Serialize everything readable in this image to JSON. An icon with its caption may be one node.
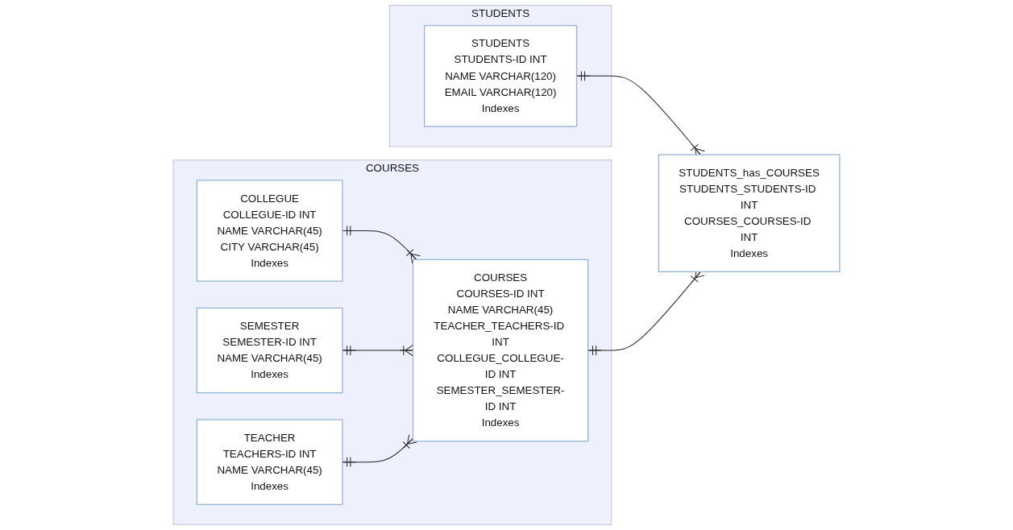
{
  "diagram": {
    "nodes": [
      {
        "text": [
          "STUDENTS"
        ]
      },
      {
        "text": [
          "STUDENTS",
          "STUDENTS-ID INT",
          "NAME VARCHAR(120)",
          "EMAIL VARCHAR(120)",
          "Indexes"
        ],
        "in": 0
      },
      {
        "text": [
          "STUDENTS_has_COURSES",
          "STUDENTS_STUDENTS-ID INT",
          "COURSES_COURSES-ID INT",
          "Indexes"
        ]
      },
      {
        "text": [
          "COURSES"
        ]
      },
      {
        "text": [
          "COLLEGUE",
          "COLLEGUE-ID INT",
          "NAME VARCHAR(45)",
          "CITY VARCHAR(45)",
          "Indexes"
        ],
        "in": 3
      },
      {
        "text": [
          "COURSES",
          "COURSES-ID INT",
          "NAME VARCHAR(45)",
          "TEACHER_TEACHERS-ID INT",
          "COLLEGUE_COLLEGUE-ID INT",
          "SEMESTER_SEMESTER-ID INT",
          "Indexes"
        ],
        "in": 3
      },
      {
        "text": [
          "SEMESTER",
          "SEMESTER-ID INT",
          "NAME VARCHAR(45)",
          "Indexes"
        ],
        "in": 3
      },
      {
        "text": [
          "TEACHER",
          "TEACHERS-ID INT",
          "NAME VARCHAR(45)",
          "Indexes"
        ],
        "in": 3
      }
    ],
    "edges": [
      {
        "from": 1,
        "to": 2,
        "arrow": "other"
      },
      {
        "from": 5,
        "to": 2,
        "arrow": "other"
      },
      {
        "from": 4,
        "to": 5,
        "arrow": "other"
      },
      {
        "from": 6,
        "to": 5,
        "arrow": "other"
      },
      {
        "from": 7,
        "to": 5,
        "arrow": "other"
      }
    ]
  }
}
